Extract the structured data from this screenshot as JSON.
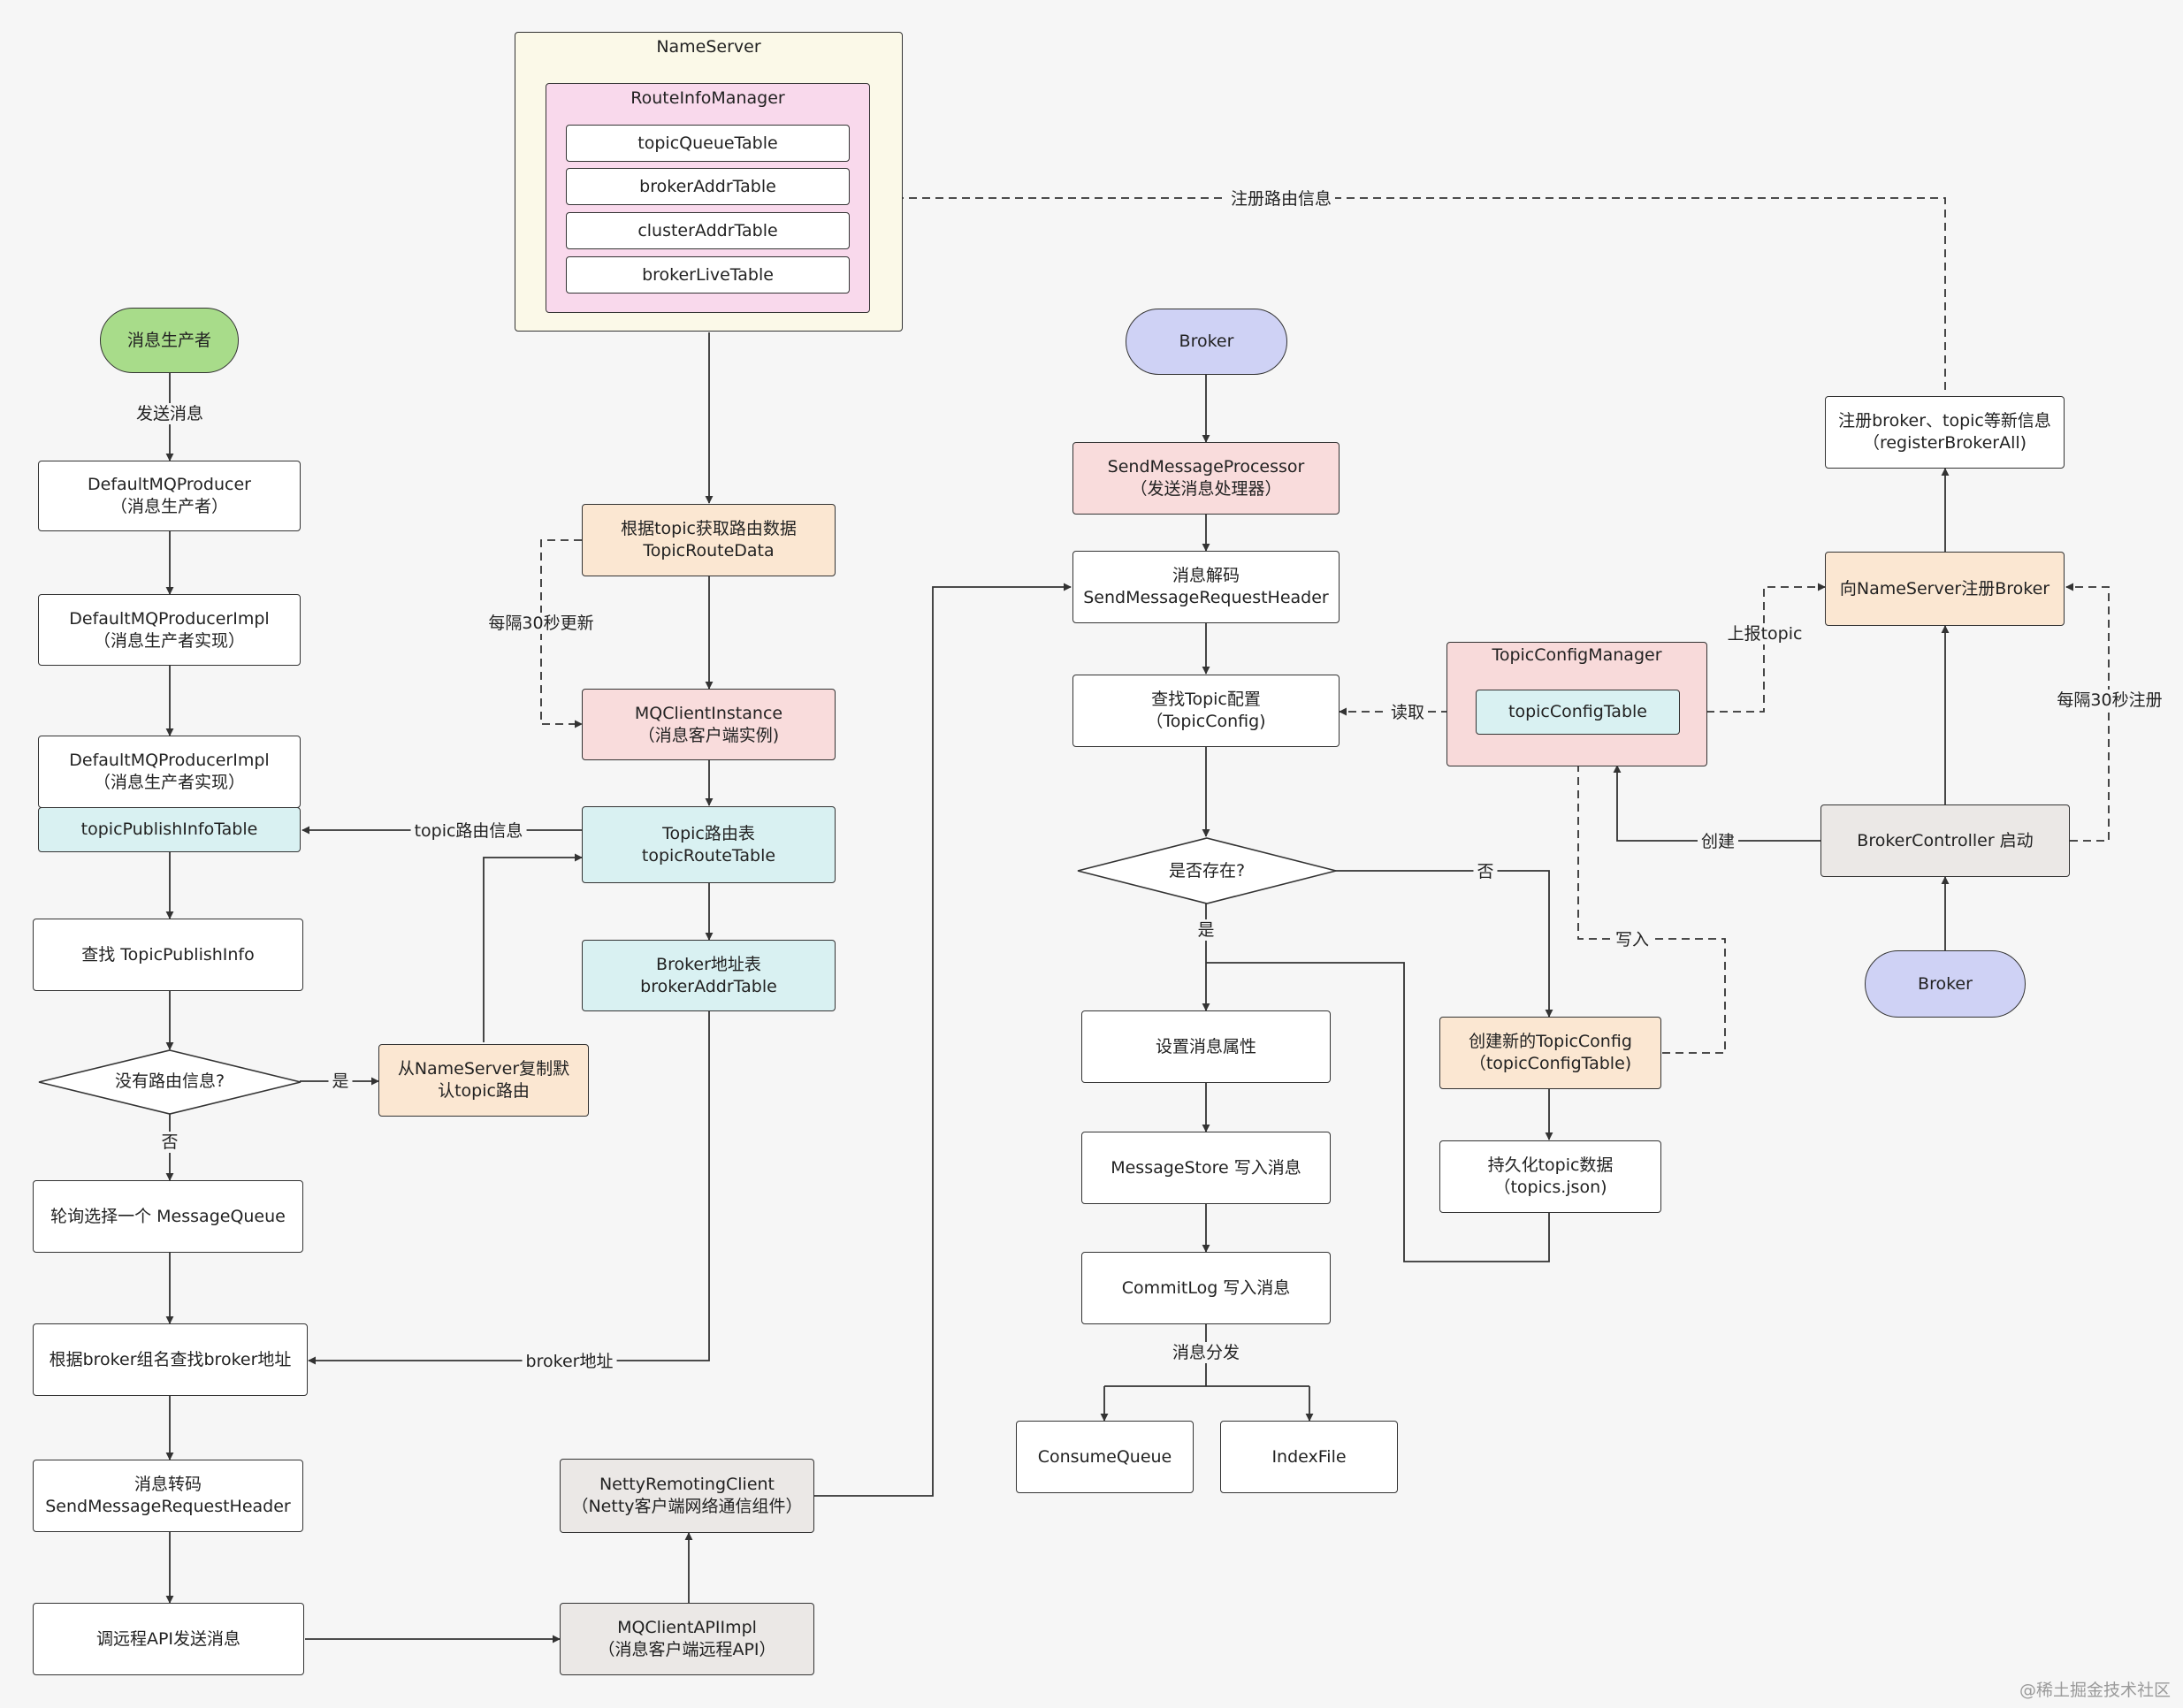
{
  "nameserver": {
    "title": "NameServer",
    "route_info_manager": {
      "title": "RouteInfoManager",
      "tables": [
        "topicQueueTable",
        "brokerAddrTable",
        "clusterAddrTable",
        "brokerLiveTable"
      ]
    }
  },
  "producer": {
    "start": "消息生产者",
    "default_producer": "DefaultMQProducer\n（消息生产者）",
    "producer_impl": "DefaultMQProducerImpl\n（消息生产者实现）",
    "producer_impl2": "DefaultMQProducerImpl\n（消息生产者实现）",
    "publish_info_table": "topicPublishInfoTable",
    "find_publish_info": "查找 TopicPublishInfo",
    "no_route": "没有路由信息?",
    "copy_default": "从NameServer复制默\n认topic路由",
    "select_queue": "轮询选择一个 MessageQueue",
    "find_broker_addr": "根据broker组名查找broker地址",
    "encode": "消息转码\nSendMessageRequestHeader",
    "remote_send": "调远程API发送消息"
  },
  "client": {
    "get_route": "根据topic获取路由数据\nTopicRouteData",
    "instance": "MQClientInstance\n（消息客户端实例)",
    "route_table": "Topic路由表\ntopicRouteTable",
    "broker_addr_table": "Broker地址表\nbrokerAddrTable",
    "netty": "NettyRemotingClient\n（Netty客户端网络通信组件）",
    "api_impl": "MQClientAPIImpl\n（消息客户端远程API）"
  },
  "broker": {
    "start": "Broker",
    "processor": "SendMessageProcessor\n（发送消息处理器）",
    "decode": "消息解码\nSendMessageRequestHeader",
    "find_config": "查找Topic配置\n（TopicConfig)",
    "exists": "是否存在?",
    "set_props": "设置消息属性",
    "store_write": "MessageStore 写入消息",
    "commitlog_write": "CommitLog 写入消息",
    "consume_queue": "ConsumeQueue",
    "index_file": "IndexFile",
    "create_config": "创建新的TopicConfig\n（topicConfigTable)",
    "persist": "持久化topic数据\n（topics.json)",
    "topic_config_manager": "TopicConfigManager",
    "topic_config_table": "topicConfigTable"
  },
  "broker_side": {
    "register_info": "注册broker、topic等新信息\n（registerBrokerAll)",
    "register_to_ns": "向NameServer注册Broker",
    "controller": "BrokerController 启动",
    "start": "Broker"
  },
  "edge_labels": {
    "send_msg": "发送消息",
    "topic_route_info": "topic路由信息",
    "yes1": "是",
    "no1": "否",
    "broker_addr": "broker地址",
    "update_30s": "每隔30秒更新",
    "register_route": "注册路由信息",
    "read": "读取",
    "no2": "否",
    "yes2": "是",
    "write": "写入",
    "dispatch": "消息分发",
    "create": "创建",
    "report_topic": "上报topic",
    "register_30s": "每隔30秒注册"
  },
  "watermark": "@稀土掘金技术社区"
}
